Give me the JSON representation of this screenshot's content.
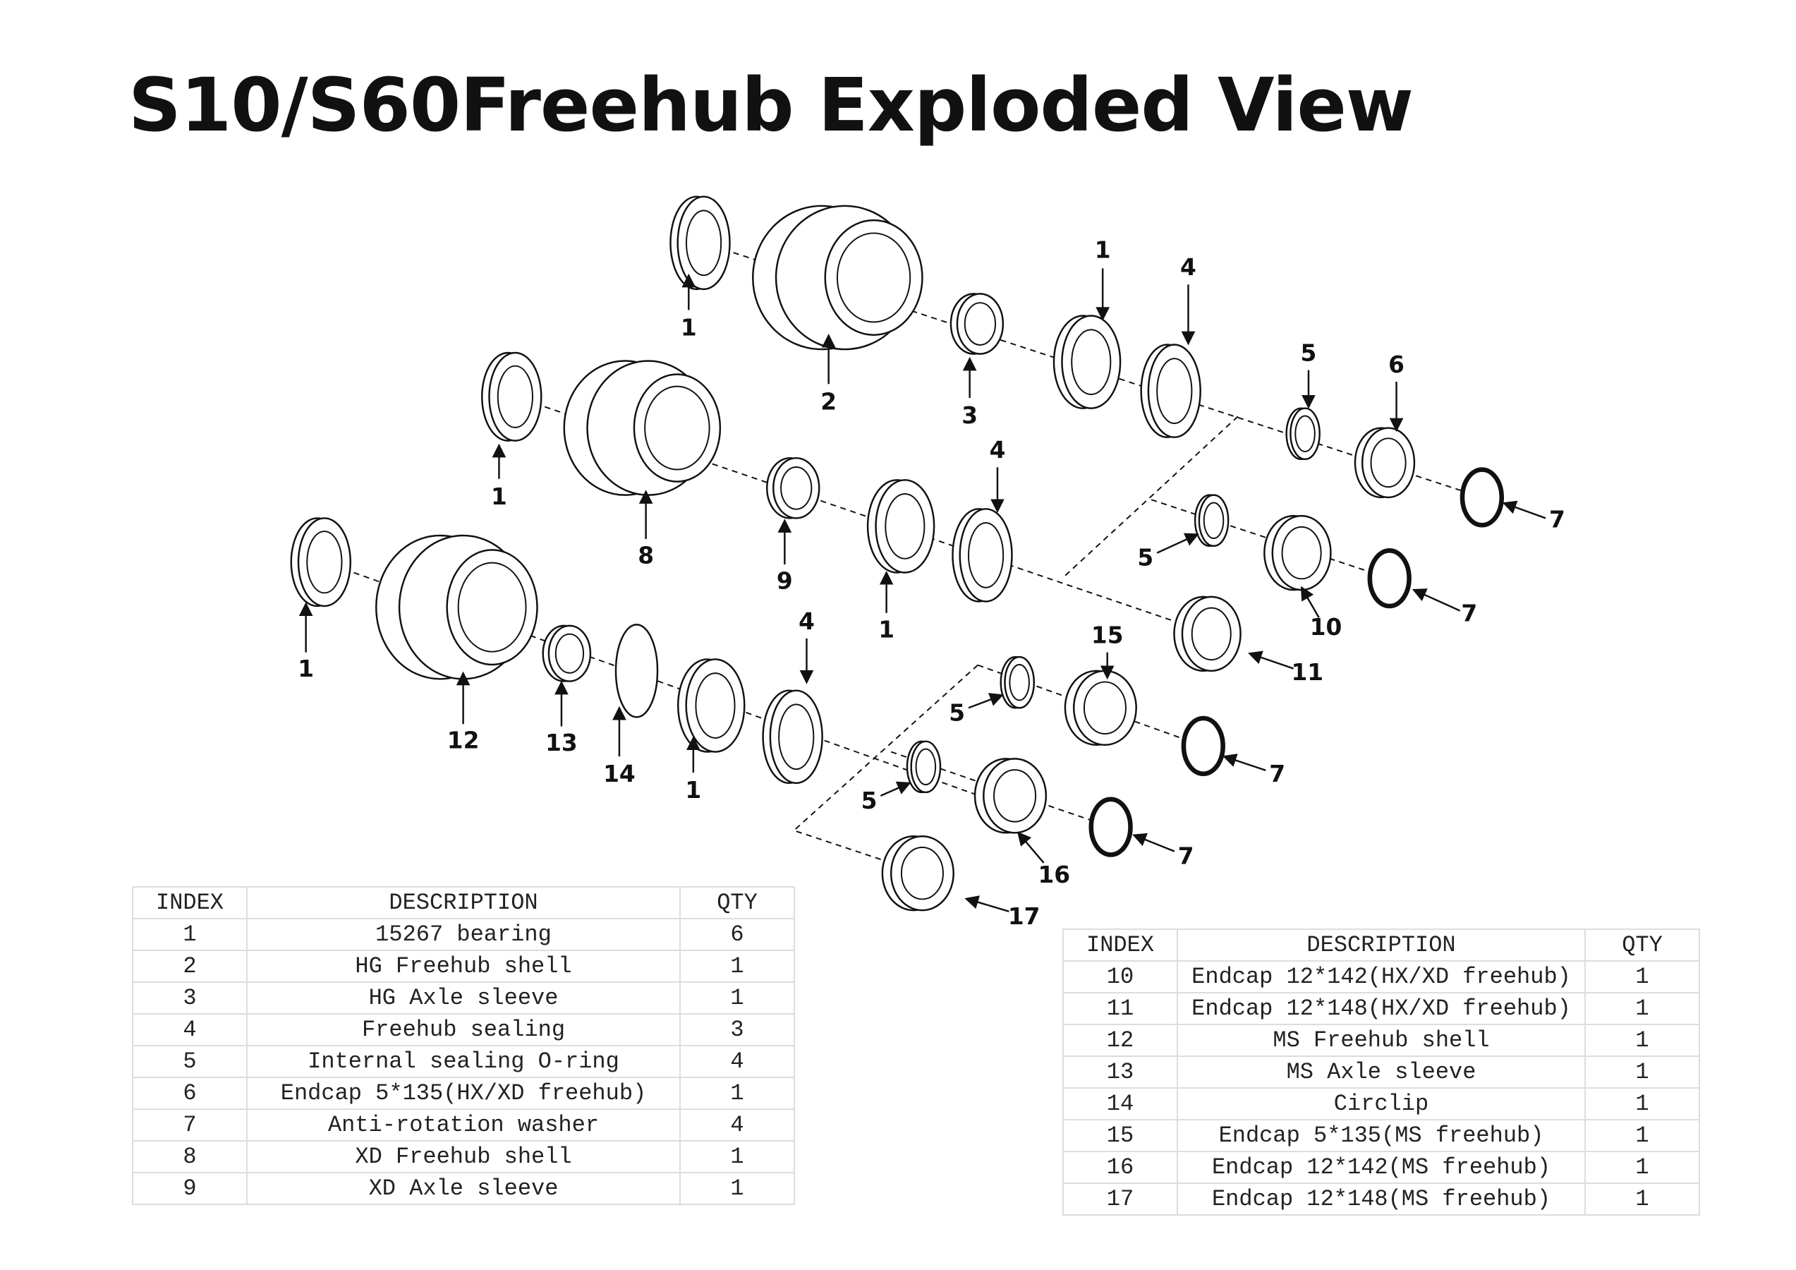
{
  "title": "S10/S60Freehub Exploded View",
  "callouts": [
    "1",
    "2",
    "3",
    "1",
    "4",
    "5",
    "6",
    "7",
    "1",
    "8",
    "9",
    "1",
    "4",
    "5",
    "10",
    "7",
    "11",
    "1",
    "12",
    "13",
    "14",
    "1",
    "4",
    "15",
    "5",
    "7",
    "5",
    "16",
    "7",
    "17"
  ],
  "table_left": {
    "headers": [
      "INDEX",
      "DESCRIPTION",
      "QTY"
    ],
    "rows": [
      [
        "1",
        "15267 bearing",
        "6"
      ],
      [
        "2",
        "HG Freehub shell",
        "1"
      ],
      [
        "3",
        "HG Axle sleeve",
        "1"
      ],
      [
        "4",
        "Freehub sealing",
        "3"
      ],
      [
        "5",
        "Internal sealing O-ring",
        "4"
      ],
      [
        "6",
        "Endcap 5*135(HX/XD freehub)",
        "1"
      ],
      [
        "7",
        "Anti-rotation washer",
        "4"
      ],
      [
        "8",
        "XD Freehub shell",
        "1"
      ],
      [
        "9",
        "XD Axle sleeve",
        "1"
      ]
    ]
  },
  "table_right": {
    "headers": [
      "INDEX",
      "DESCRIPTION",
      "QTY"
    ],
    "rows": [
      [
        "10",
        "Endcap 12*142(HX/XD freehub)",
        "1"
      ],
      [
        "11",
        "Endcap 12*148(HX/XD freehub)",
        "1"
      ],
      [
        "12",
        "MS Freehub shell",
        "1"
      ],
      [
        "13",
        "MS Axle sleeve",
        "1"
      ],
      [
        "14",
        "Circlip",
        "1"
      ],
      [
        "15",
        "Endcap 5*135(MS freehub)",
        "1"
      ],
      [
        "16",
        "Endcap 12*142(MS freehub)",
        "1"
      ],
      [
        "17",
        "Endcap 12*148(MS freehub)",
        "1"
      ]
    ]
  }
}
